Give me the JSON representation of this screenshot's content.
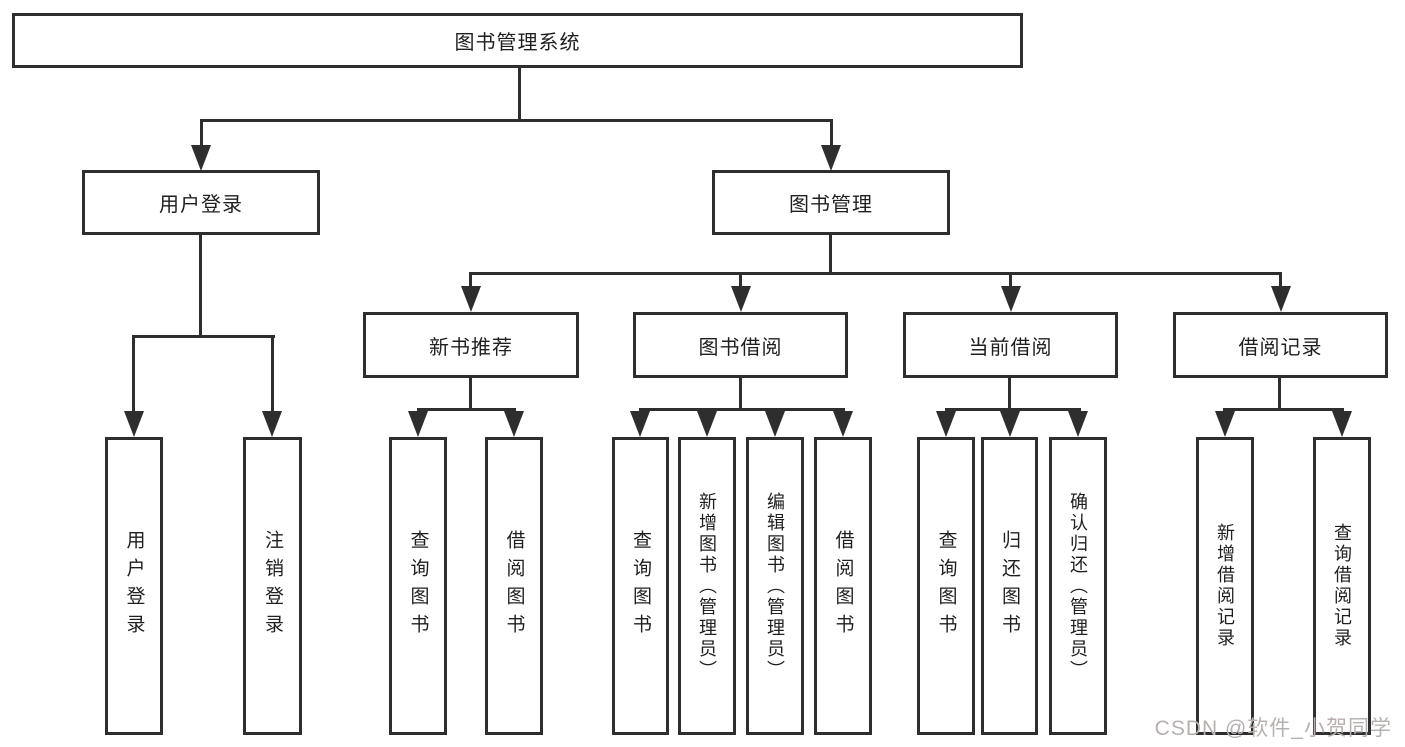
{
  "colors": {
    "line": "#2e2e2e",
    "text": "#1f1f1f",
    "background": "#ffffff",
    "watermark_color": "#b7b0ae"
  },
  "tree": {
    "root": "图书管理系统",
    "user_login": "用户登录",
    "book_mgmt": "图书管理",
    "new_book": "新书推荐",
    "book_borrow": "图书借阅",
    "current_borrow": "当前借阅",
    "borrow_record": "借阅记录",
    "leaf_user_login": "用户登录",
    "leaf_logout": "注销登录",
    "leaf_nb_query": "查询图书",
    "leaf_nb_borrow": "借阅图书",
    "leaf_bb_query": "查询图书",
    "leaf_bb_add": "新增图书（管理员）",
    "leaf_bb_edit": "编辑图书（管理员）",
    "leaf_bb_borrow": "借阅图书",
    "leaf_cb_query": "查询图书",
    "leaf_cb_return": "归还图书",
    "leaf_cb_confirm": "确认归还（管理员）",
    "leaf_br_add": "新增借阅记录",
    "leaf_br_query": "查询借阅记录"
  },
  "watermark": "CSDN @软件_小贺同学"
}
